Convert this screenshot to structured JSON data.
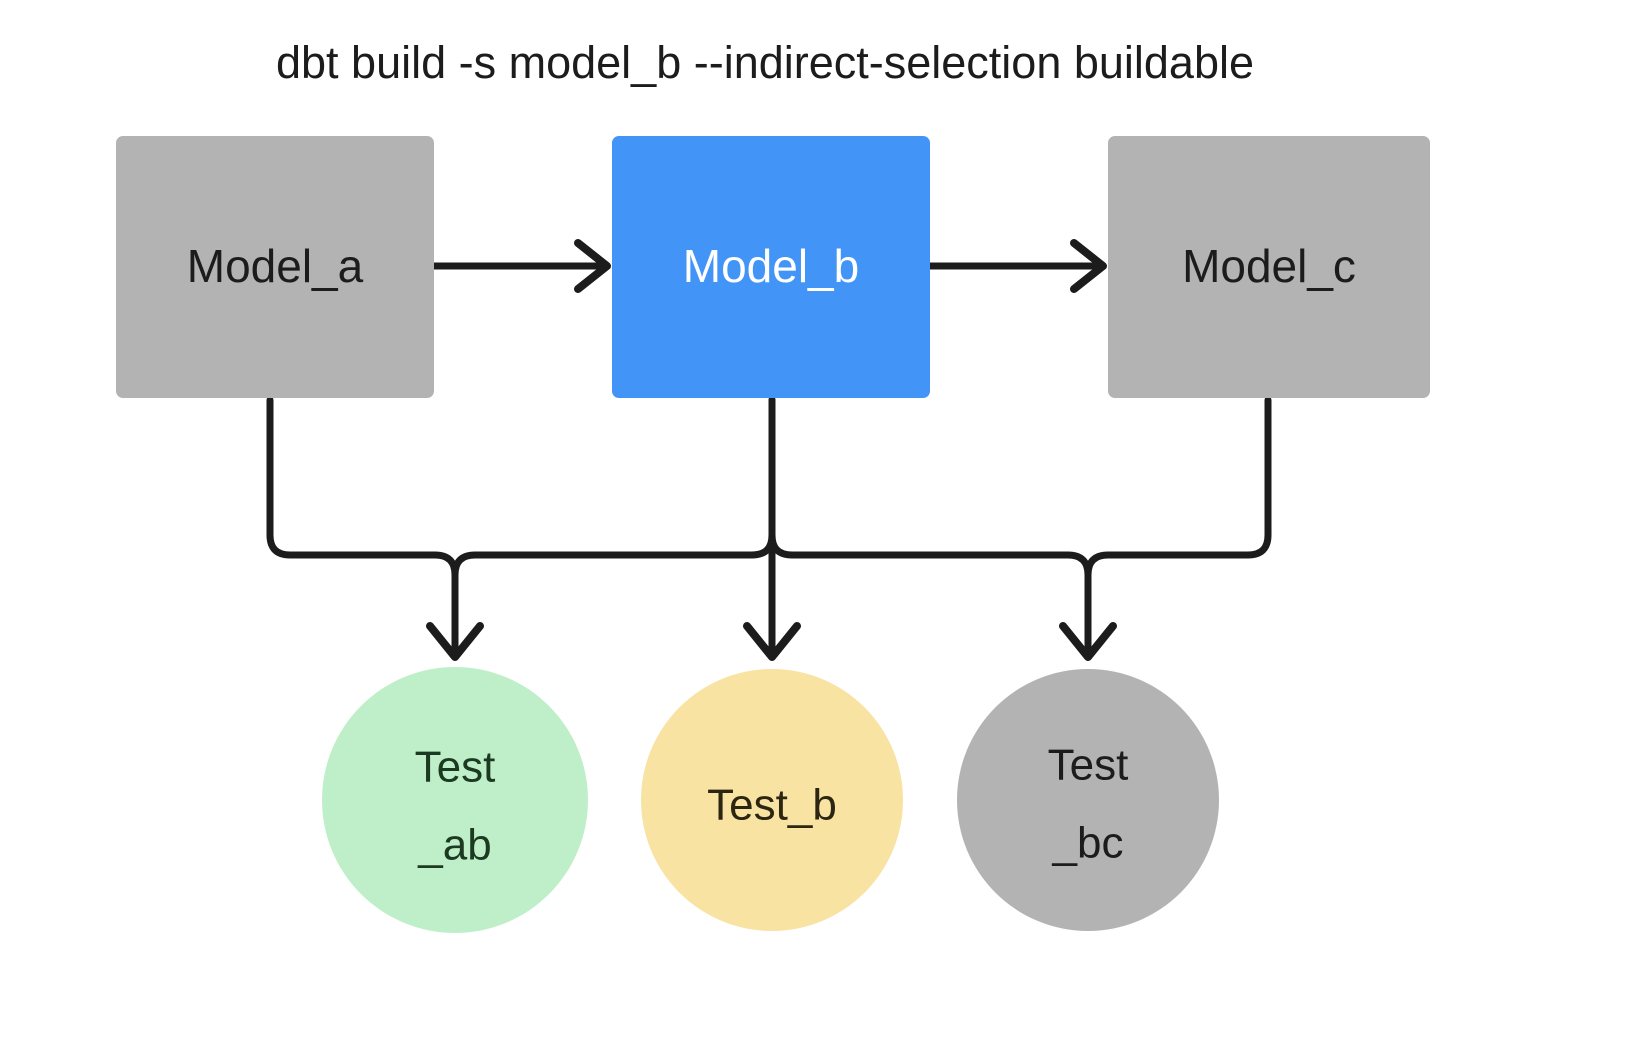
{
  "title": "dbt build -s model_b --indirect-selection buildable",
  "colors": {
    "background": "#ffffff",
    "gray_node": "#b3b3b3",
    "blue_node": "#4294f7",
    "green_node": "#bfefc8",
    "yellow_node": "#f8e3a3",
    "edge_stroke": "#1c1c1c",
    "text_dark": "#1c1c1c",
    "text_light": "#ffffff"
  },
  "models": [
    {
      "id": "model_a",
      "label": "Model_a",
      "fill": "#b3b3b3",
      "text_color": "#1c1c1c",
      "selected": false
    },
    {
      "id": "model_b",
      "label": "Model_b",
      "fill": "#4294f7",
      "text_color": "#ffffff",
      "selected": true
    },
    {
      "id": "model_c",
      "label": "Model_c",
      "fill": "#b3b3b3",
      "text_color": "#1c1c1c",
      "selected": false
    }
  ],
  "tests": [
    {
      "id": "test_ab",
      "line1": "Test",
      "line2": "_ab",
      "fill": "#bfefc8",
      "text_color": "#1c3a22",
      "state": "selected-buildable"
    },
    {
      "id": "test_b",
      "line1": "Test_b",
      "line2": "",
      "fill": "#f8e3a3",
      "text_color": "#2b2512",
      "state": "selected-direct"
    },
    {
      "id": "test_bc",
      "line1": "Test",
      "line2": "_bc",
      "fill": "#b3b3b3",
      "text_color": "#1c1c1c",
      "state": "excluded"
    }
  ],
  "edges": [
    {
      "id": "model_a-to-model_b",
      "from": "model_a",
      "to": "model_b",
      "kind": "straight-right"
    },
    {
      "id": "model_b-to-model_c",
      "from": "model_b",
      "to": "model_c",
      "kind": "straight-right"
    },
    {
      "id": "model_a-to-test_ab",
      "from": "model_a",
      "to": "test_ab",
      "kind": "elbow-down"
    },
    {
      "id": "model_b-to-test_ab",
      "from": "model_b",
      "to": "test_ab",
      "kind": "elbow-down"
    },
    {
      "id": "model_b-to-test_b",
      "from": "model_b",
      "to": "test_b",
      "kind": "straight-down"
    },
    {
      "id": "model_b-to-test_bc",
      "from": "model_b",
      "to": "test_bc",
      "kind": "elbow-down"
    },
    {
      "id": "model_c-to-test_bc",
      "from": "model_c",
      "to": "test_bc",
      "kind": "elbow-down"
    }
  ]
}
